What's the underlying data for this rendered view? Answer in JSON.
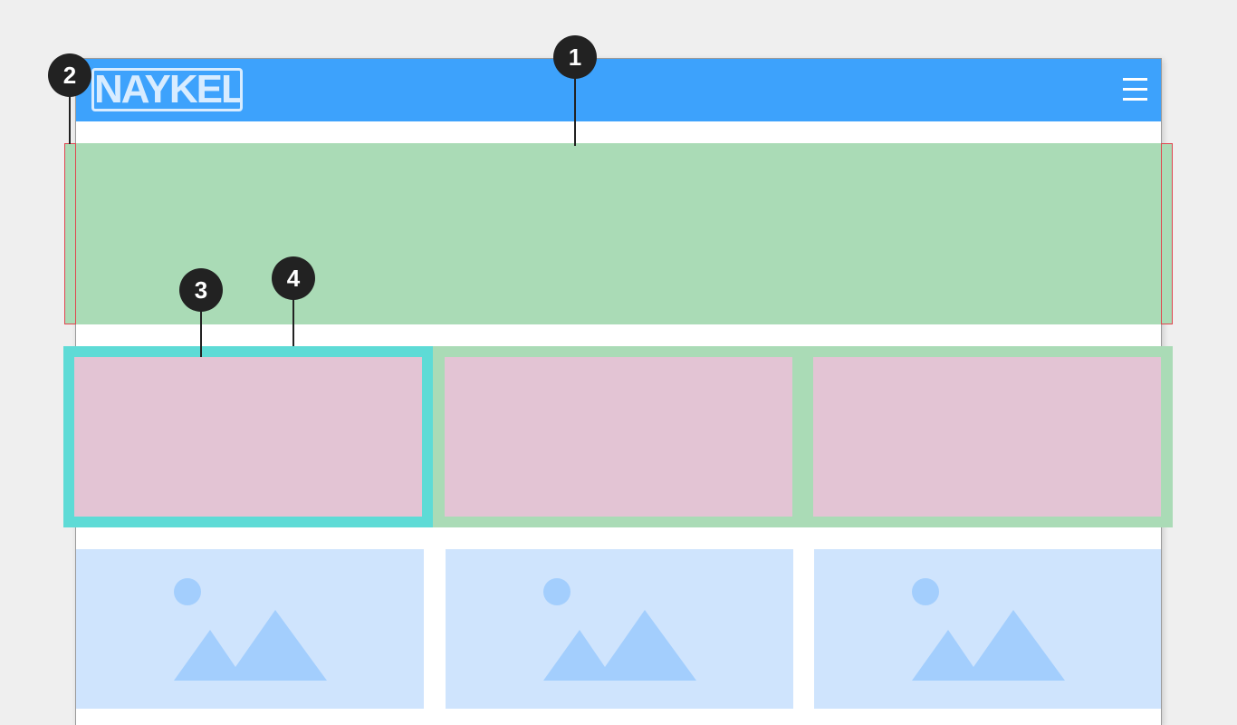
{
  "header": {
    "logo_text": "NAYKEL",
    "menu_icon": "hamburger-menu-icon",
    "background": "#3da2fc"
  },
  "colors": {
    "hero": "#aadbb6",
    "column_highlight": "#5edbd6",
    "gutter_marker": "#e0464f",
    "content_box": "#e3c4d4",
    "image_placeholder": "#cfe4fd",
    "image_glyph": "#a3cefd"
  },
  "callouts": [
    {
      "label": "1"
    },
    {
      "label": "2"
    },
    {
      "label": "3"
    },
    {
      "label": "4"
    }
  ],
  "image_placeholders": [
    {
      "icon": "image-placeholder-icon"
    },
    {
      "icon": "image-placeholder-icon"
    },
    {
      "icon": "image-placeholder-icon"
    }
  ]
}
